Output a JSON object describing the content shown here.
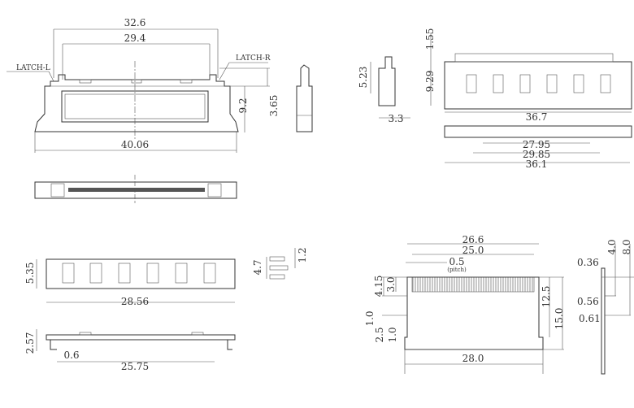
{
  "front_view": {
    "dims": {
      "overall_top": "32.6",
      "inner_top": "29.4",
      "width": "40.06",
      "height": "9.2",
      "latch_height": "3.65"
    },
    "labels": {
      "latch_left": "LATCH-L",
      "latch_right": "LATCH-R"
    }
  },
  "right_top_view": {
    "dims": {
      "d1": "1.55",
      "d2": "5.23",
      "d3": "9.29",
      "d4": "3.3",
      "d5": "36.7",
      "d6": "27.95",
      "d7": "29.85",
      "d8": "36.1"
    }
  },
  "left_bottom_view": {
    "dims": {
      "height": "5.35",
      "width": "28.56",
      "pin_h": "4.7",
      "pin_w": "1.2",
      "side_h": "2.57",
      "gap": "0.6",
      "pitch_w": "25.75"
    }
  },
  "pcb_footprint": {
    "dims": {
      "outer": "26.6",
      "inner": "25.0",
      "pitch": "0.5",
      "pitch_note": "(pitch)",
      "h415": "4.15",
      "h30": "3.0",
      "h10a": "1.0",
      "h25": "2.5",
      "h10b": "1.0",
      "h125": "12.5",
      "h150": "15.0",
      "w280": "28.0"
    },
    "side": {
      "d036": "0.36",
      "d40": "4.0",
      "d80": "8.0",
      "d056": "0.56",
      "d061": "0.61"
    }
  }
}
